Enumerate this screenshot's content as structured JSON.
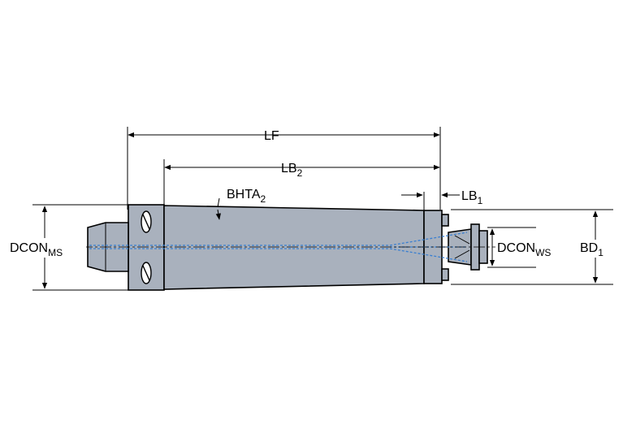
{
  "labels": {
    "lf": {
      "main": "LF",
      "sub": ""
    },
    "lb2": {
      "main": "LB",
      "sub": "2"
    },
    "lb1": {
      "main": "LB",
      "sub": "1"
    },
    "bhta2": {
      "main": "BHTA",
      "sub": "2"
    },
    "dcon_ms": {
      "main": "DCON",
      "sub": "MS"
    },
    "dcon_ws": {
      "main": "DCON",
      "sub": "WS"
    },
    "bd1": {
      "main": "BD",
      "sub": "1"
    }
  },
  "colors": {
    "body_fill": "#a9b1bd",
    "coolant": "#3a7fd0",
    "outline": "#000000",
    "background": "#ffffff"
  }
}
